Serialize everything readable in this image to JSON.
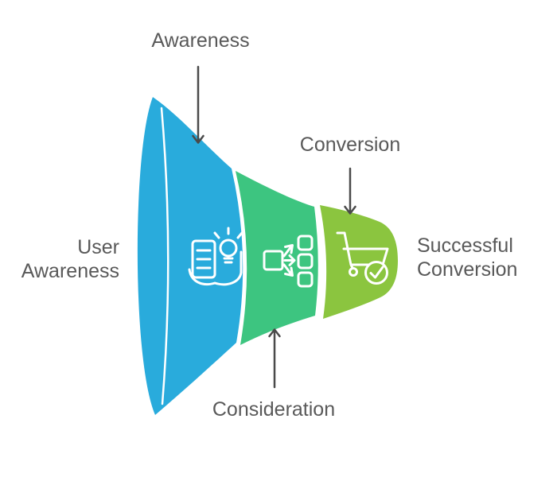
{
  "funnel": {
    "stages": [
      {
        "name": "Awareness",
        "color": "#29abdc",
        "icon": "open-book-lightbulb-icon"
      },
      {
        "name": "Consideration",
        "color": "#3dc580",
        "icon": "share-branch-icon"
      },
      {
        "name": "Conversion",
        "color": "#8bc53f",
        "icon": "shopping-cart-check-icon"
      }
    ],
    "annotations": {
      "left": "User Awareness",
      "right": "Successful Conversion"
    },
    "colors": {
      "label_text": "#595959",
      "arrow": "#4a4a4a",
      "separator": "#ffffff",
      "icon_stroke": "#ffffff",
      "background": "#ffffff"
    }
  }
}
